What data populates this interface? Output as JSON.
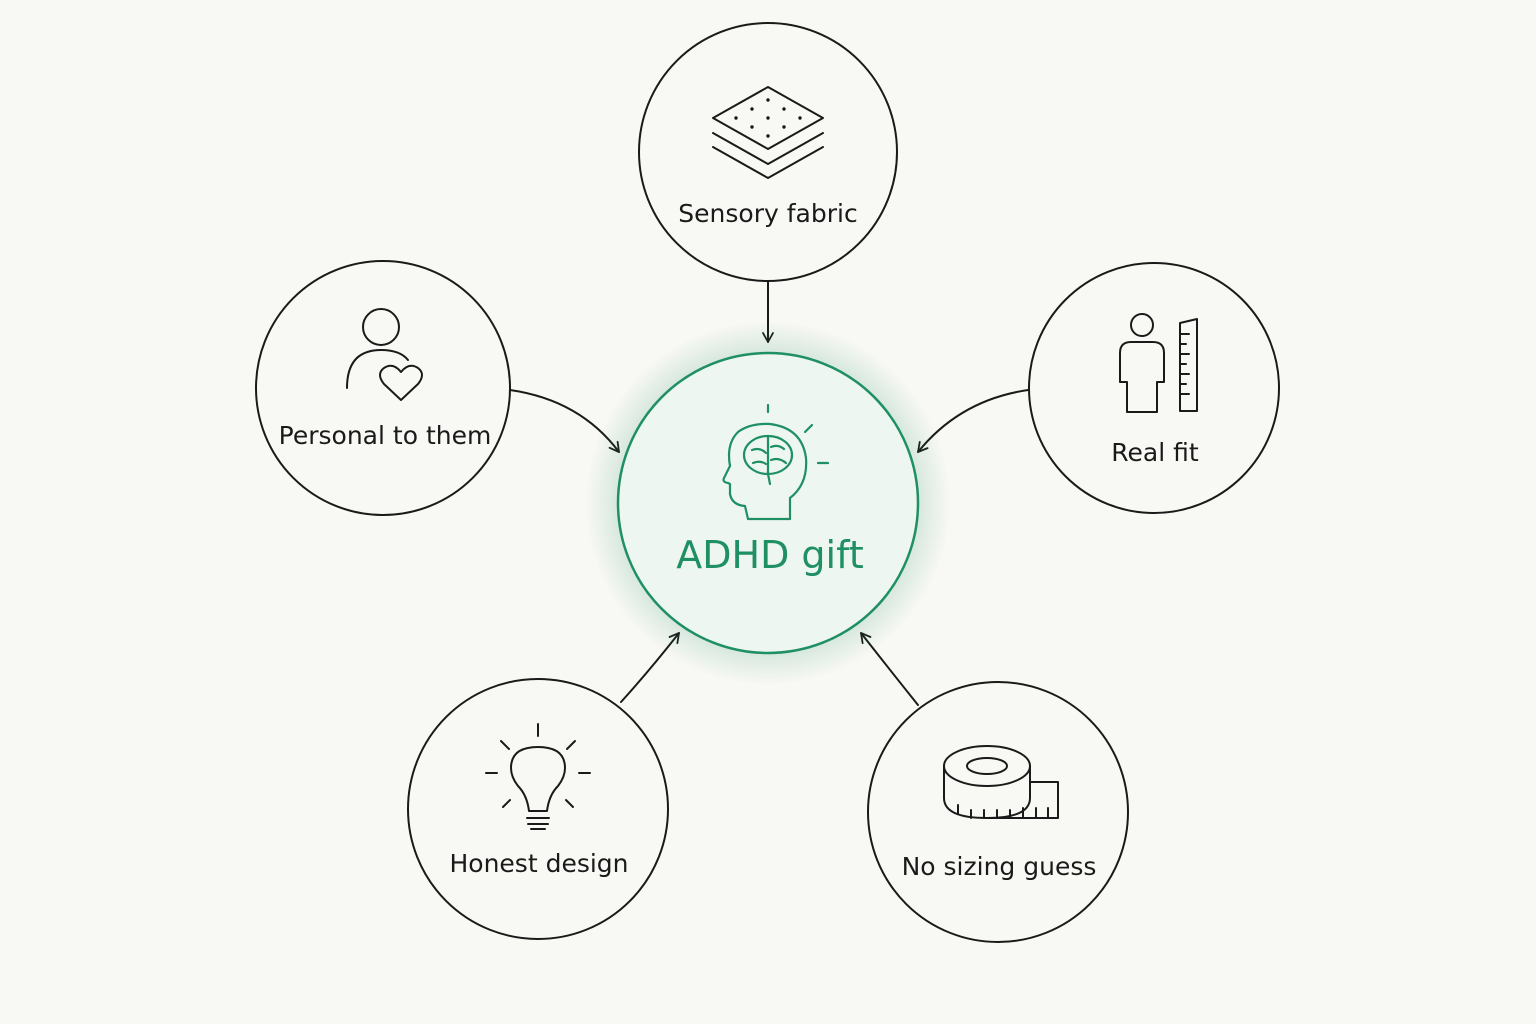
{
  "colors": {
    "background": "#f8f8f4",
    "line": "#1a1a1a",
    "accent": "#1f8f64",
    "accent_fill": "#eef6f1"
  },
  "center": {
    "label": "ADHD gift",
    "icon": "brain-head-icon"
  },
  "nodes": [
    {
      "id": "sensory",
      "label": "Sensory fabric",
      "icon": "fabric-layers-icon"
    },
    {
      "id": "personal",
      "label": "Personal to them",
      "icon": "person-heart-icon"
    },
    {
      "id": "fit",
      "label": "Real fit",
      "icon": "person-ruler-icon"
    },
    {
      "id": "honest",
      "label": "Honest design",
      "icon": "lightbulb-icon"
    },
    {
      "id": "sizing",
      "label": "No sizing guess",
      "icon": "measuring-tape-icon"
    }
  ]
}
